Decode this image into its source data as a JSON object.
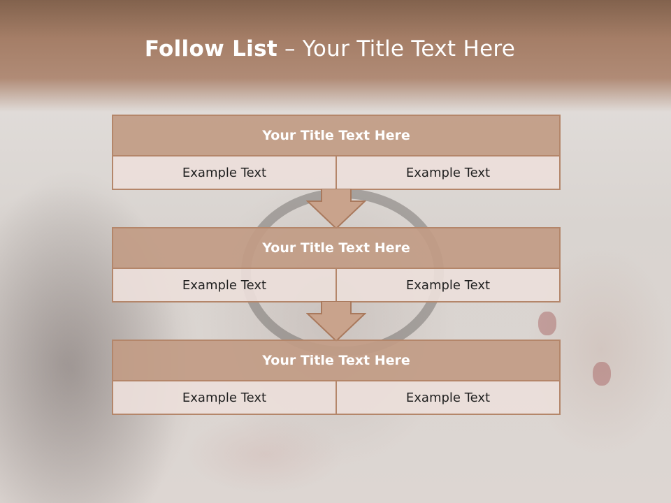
{
  "slide": {
    "title_strong": "Follow List",
    "title_dash": "–",
    "title_rest": "Your Title Text Here"
  },
  "blocks": [
    {
      "title": "Your Title Text Here",
      "cells": [
        "Example Text",
        "Example Text"
      ]
    },
    {
      "title": "Your Title Text Here",
      "cells": [
        "Example Text",
        "Example Text"
      ]
    },
    {
      "title": "Your Title Text Here",
      "cells": [
        "Example Text",
        "Example Text"
      ]
    }
  ],
  "colors": {
    "header": "#a57e67",
    "block_title_fill": "#c29c85",
    "block_border": "#b4866a",
    "cell_fill": "#ecdeda",
    "arrow_fill": "#c9a38c"
  },
  "icons": [
    "down-arrow-icon",
    "down-arrow-icon"
  ]
}
